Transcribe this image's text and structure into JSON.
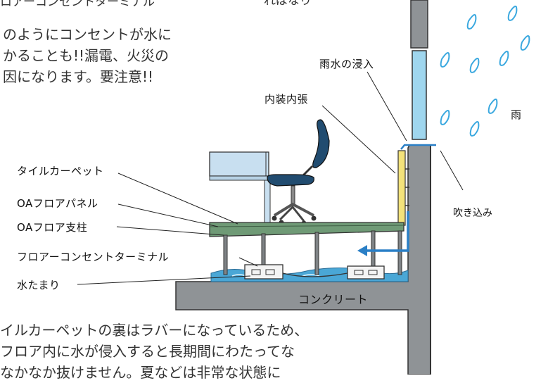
{
  "header": {
    "partial_title": "ロアーコンセントターミナル",
    "partial_top_right": "ればなり"
  },
  "intro_lines": [
    "のようにコンセントが水に",
    "かることも!!漏電、火災の",
    "因になります。要注意!!"
  ],
  "labels": {
    "rain_entry": "雨水の浸入",
    "interior_wall": "内装内張",
    "rain": "雨",
    "tile_carpet": "タイルカーペット",
    "oa_panel": "OAフロアパネル",
    "oa_post": "OAフロア支柱",
    "floor_terminal": "フロアーコンセントターミナル",
    "puddle": "水たまり",
    "blow_in": "吹き込み",
    "concrete": "コンクリート"
  },
  "bottom_lines": [
    "イルカーペットの裏はラバーになっているため、",
    "フロア内に水が侵入すると長期間にわたってな",
    "なかなか抜けません。夏などは非常な状態に"
  ],
  "colors": {
    "wall_gray": "#8f9396",
    "window_blue": "#9fd6ee",
    "water_blue": "#4aa7d6",
    "arrow_blue": "#2a7fc6",
    "panel_green": "#6f9a76",
    "interior_yellow": "#f3e27a",
    "chair_navy": "#214c70",
    "desk_blue": "#c8dff0",
    "rain_blue": "#3aa8df"
  }
}
